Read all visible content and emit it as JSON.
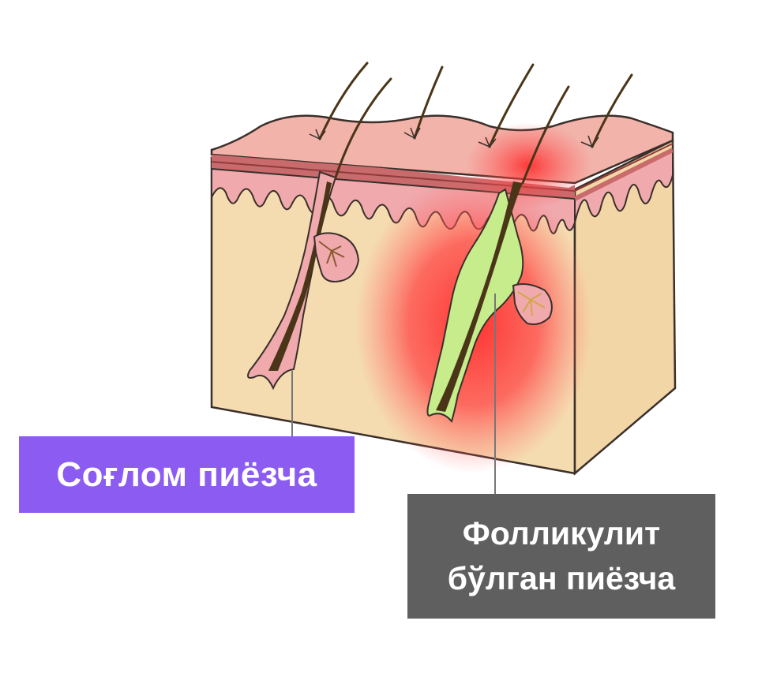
{
  "labels": {
    "healthy": "Соғлом пиёзча",
    "inflamed_line1": "Фолликулит",
    "inflamed_line2": "бўлган пиёзча"
  },
  "colors": {
    "healthy_label_bg": "#8c5cf2",
    "inflamed_label_bg": "#5f5f5f",
    "skin_front": "#f5dcb0",
    "skin_top": "#f2b3aa",
    "dermis_pink": "#f0a9ad",
    "dermis_stripe": "#b55a5c",
    "inflammation_red": "#ff3b3b",
    "pus_green": "#c6ec8c",
    "hair": "#4a3518",
    "outline": "#3a2f2a"
  },
  "icons": {
    "healthy_follicle": "hair-follicle-icon",
    "inflamed_follicle": "inflamed-hair-follicle-icon"
  }
}
